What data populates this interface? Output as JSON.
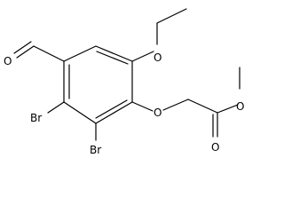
{
  "molecule": {
    "atom_labels": {
      "aldehyde_oxygen": "O",
      "ethoxy_oxygen": "O",
      "aryl_ether_oxygen": "O",
      "ester_ether_oxygen": "O",
      "carbonyl_oxygen": "O",
      "bromine_upper": "Br",
      "bromine_lower": "Br"
    },
    "colors": {
      "ink": "#000000",
      "background": "#ffffff"
    }
  }
}
